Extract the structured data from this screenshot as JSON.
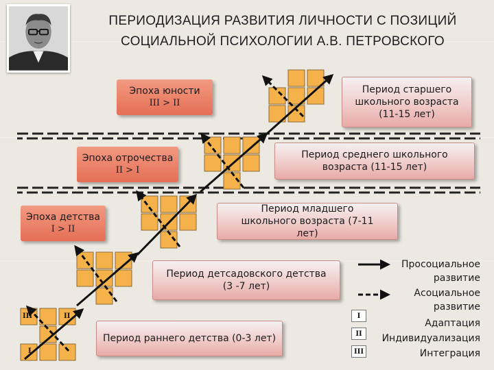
{
  "title": {
    "line1": "ПЕРИОДИЗАЦИЯ РАЗВИТИЯ ЛИЧНОСТИ С ПОЗИЦИЙ",
    "line2": "СОЦИАЛЬНОЙ ПСИХОЛОГИИ А.В. ПЕТРОВСКОГО"
  },
  "epochs": [
    {
      "label": "Эпоха юности",
      "formula": "III > II"
    },
    {
      "label": "Эпоха отрочества",
      "formula": "II > I"
    },
    {
      "label": "Эпоха детства",
      "formula": "I > II"
    }
  ],
  "periods": [
    {
      "label": "Период старшего школьного возраста (11-15 лет)"
    },
    {
      "label": "Период среднего школьного возраста (11-15 лет)"
    },
    {
      "label": "Период младшего школьного возраста (7-11 лет)"
    },
    {
      "label": "Период детсадовского детства (3 -7 лет)"
    },
    {
      "label": "Период раннего детства (0-3 лет)"
    }
  ],
  "square_labels": [
    "III",
    "II",
    "I"
  ],
  "legend": {
    "prosocial": "Просоциальное развитие",
    "asocial": "Асоциальное развитие",
    "items": [
      {
        "badge": "I",
        "text": "Адаптация"
      },
      {
        "badge": "II",
        "text": "Индивидуализация"
      },
      {
        "badge": "III",
        "text": "Интеграция"
      }
    ]
  },
  "colors": {
    "background": "#ece9e2",
    "square_fill": "#f5b24a",
    "epoch_fill": "#e97a60",
    "period_fill": "#efc9c7"
  }
}
